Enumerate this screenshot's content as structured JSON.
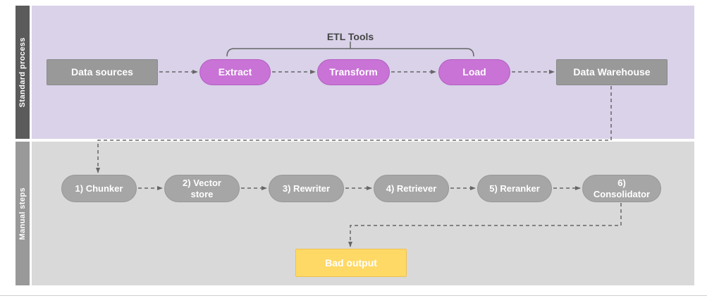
{
  "lanes": {
    "standard_process": {
      "label": "Standard process"
    },
    "manual_steps": {
      "label": "Manual steps"
    }
  },
  "annotations": {
    "etl_tools": "ETL Tools"
  },
  "standard": {
    "data_sources": "Data sources",
    "extract": "Extract",
    "transform": "Transform",
    "load": "Load",
    "data_warehouse": "Data Warehouse"
  },
  "manual": {
    "chunker": "1) Chunker",
    "vector_store": "2) Vector store",
    "rewriter": "3) Rewriter",
    "retriever": "4) Retriever",
    "reranker": "5) Reranker",
    "consolidator": "6) Consolidator",
    "bad_output": "Bad output"
  },
  "colors": {
    "lane_standard_bg": "#d9d2e9",
    "lane_standard_bar": "#5b5b5b",
    "lane_manual_bg": "#d9d9d9",
    "lane_manual_bar": "#999999",
    "etl_pill": "#c973d6",
    "gray_box": "#999999",
    "gray_pill": "#a6a6a6",
    "bad_output_box": "#ffd966",
    "connector": "#666666"
  }
}
